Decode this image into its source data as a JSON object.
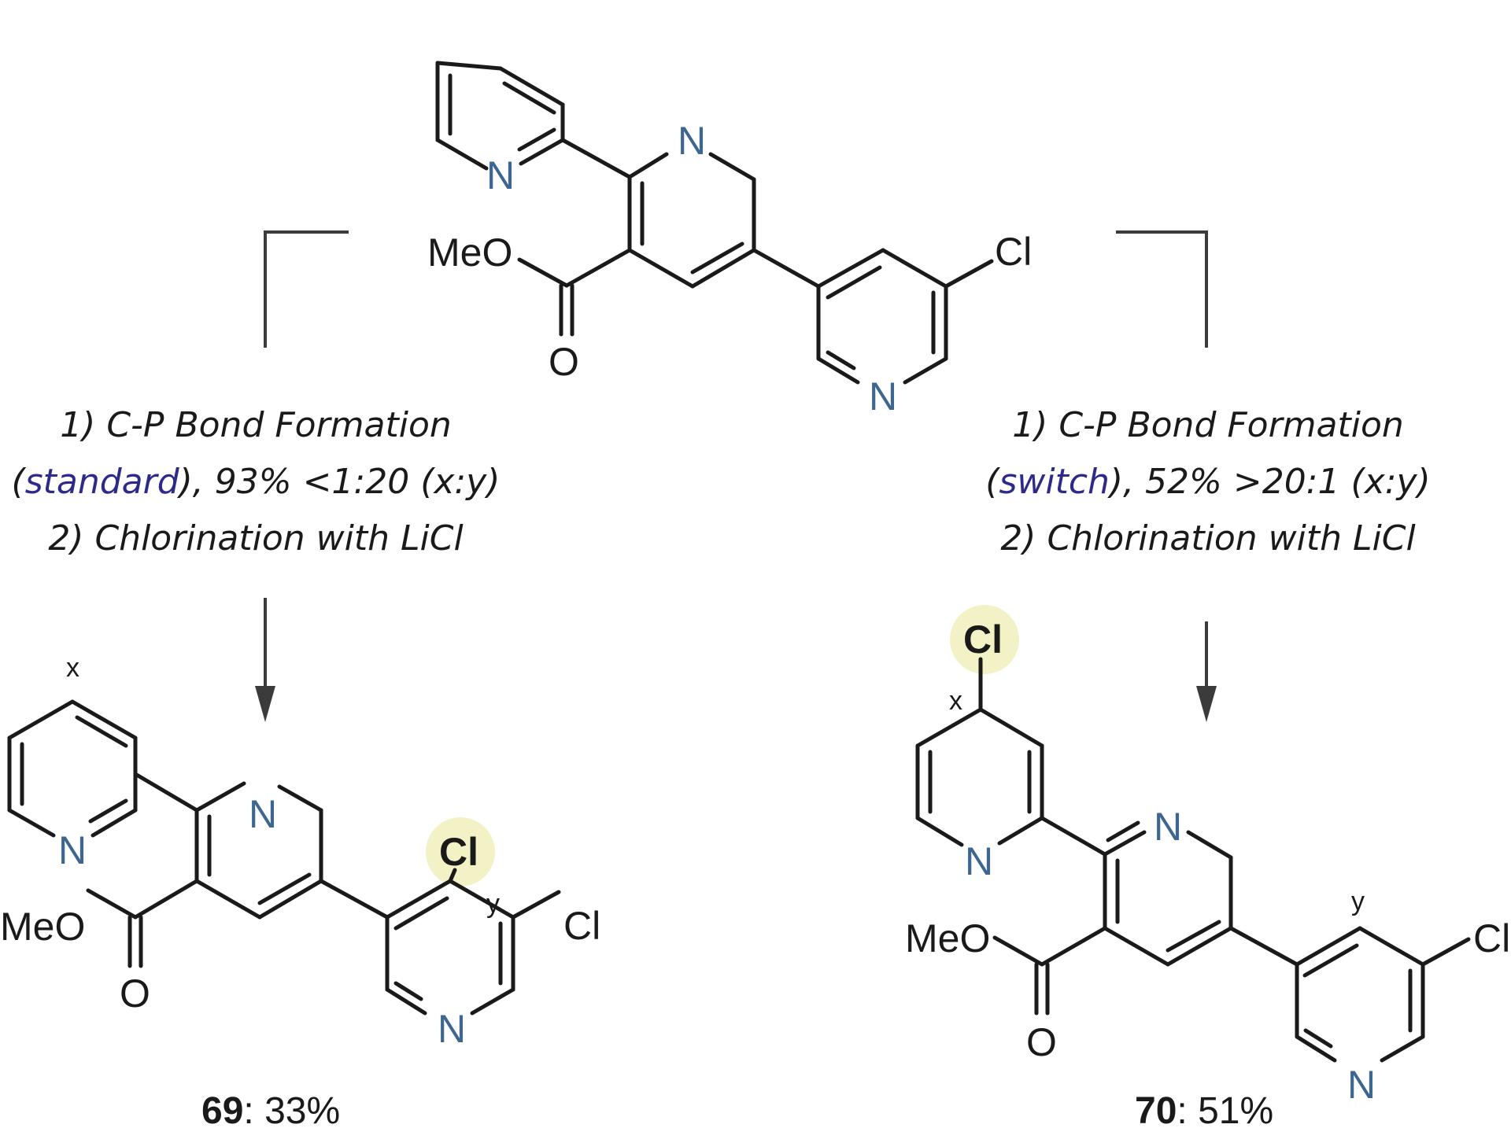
{
  "atoms": {
    "n": "N",
    "meo": "MeO",
    "o": "O",
    "cl": "Cl"
  },
  "positions": {
    "x": "x",
    "y": "y"
  },
  "left_conditions": {
    "step1": "1) C-P Bond Formation",
    "paren_open": "(",
    "mode": "standard",
    "paren_rest": "), 93% <1:20 (x:y)",
    "step2": "2) Chlorination with LiCl"
  },
  "right_conditions": {
    "step1": "1) C-P Bond Formation",
    "paren_open": "(",
    "mode": "switch",
    "paren_rest": "), 52% >20:1 (x:y)",
    "step2": "2) Chlorination with LiCl"
  },
  "product_left": {
    "number": "69",
    "yield": ": 33%"
  },
  "product_right": {
    "number": "70",
    "yield": ": 51%"
  },
  "colors": {
    "heteroatom_n": "#3d6690",
    "highlight": "#f2f2c6",
    "mode_text": "#2e2a8a"
  }
}
